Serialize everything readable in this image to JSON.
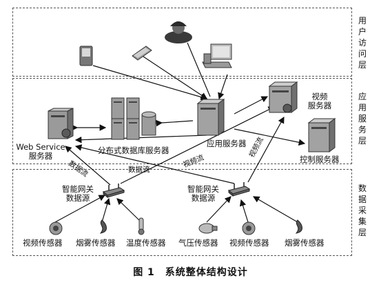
{
  "layers": {
    "user": "用户访问层",
    "app": "应用服务层",
    "data": "数据采集层"
  },
  "nodes": {
    "web_service": "Web Service\n服务器",
    "database": "分布式数据库服务器",
    "app_server": "应用服务器",
    "video_server": "视频\n服务器",
    "control_server": "控制服务器",
    "gateway1": "智能网关\n数据源",
    "gateway2": "智能网关\n数据源"
  },
  "sensors": [
    "视频传感器",
    "烟雾传感器",
    "温度传感器",
    "气压传感器",
    "视频传感器",
    "烟雾传感器"
  ],
  "flows": {
    "data1": "数据流",
    "data2": "数据流",
    "video1": "视频流",
    "video2": "视频流"
  },
  "caption": "图 1　系统整体结构设计"
}
